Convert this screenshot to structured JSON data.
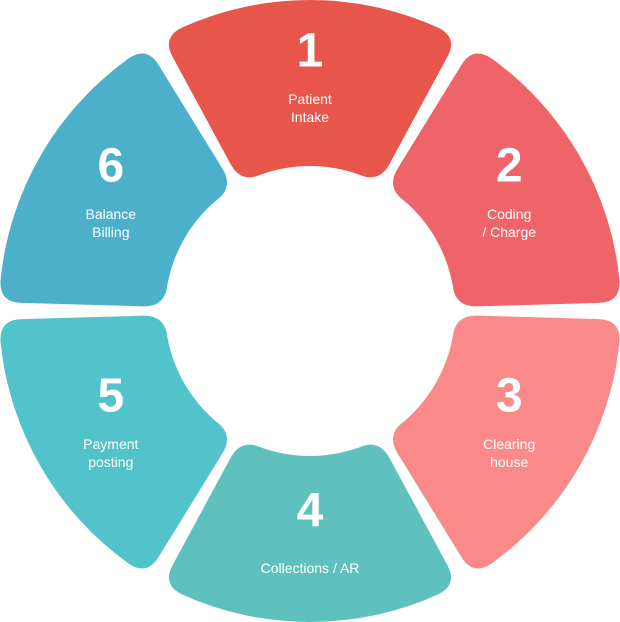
{
  "cycle": {
    "segments": [
      {
        "number": "1",
        "label_lines": [
          "Patient",
          "Intake"
        ],
        "color": "#E8554B"
      },
      {
        "number": "2",
        "label_lines": [
          "Coding",
          "/ Charge"
        ],
        "color": "#EE6468"
      },
      {
        "number": "3",
        "label_lines": [
          "Clearing",
          "house"
        ],
        "color": "#FA8A89"
      },
      {
        "number": "4",
        "label_lines": [
          "Collections / AR"
        ],
        "color": "#5EC1BE"
      },
      {
        "number": "5",
        "label_lines": [
          "Payment",
          "posting"
        ],
        "color": "#52C3CA"
      },
      {
        "number": "6",
        "label_lines": [
          "Balance",
          "Billing"
        ],
        "color": "#4CB0CA"
      }
    ]
  }
}
